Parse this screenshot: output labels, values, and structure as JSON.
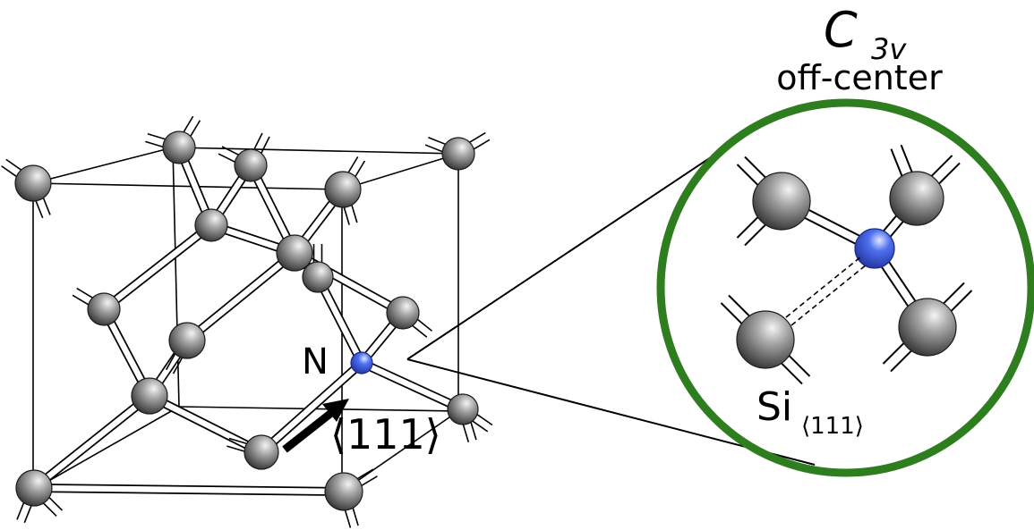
{
  "labels": {
    "symmetry_main": "C",
    "symmetry_sub": "3v",
    "configuration": "off-center",
    "impurity": "N",
    "direction": "⟨111⟩",
    "host_atom": "Si",
    "host_atom_sub": "⟨111⟩"
  },
  "colors": {
    "circle_outline": "#2e7d1e",
    "host_atom": "#808080",
    "impurity_atom": "#3a5ee8",
    "bond_fill": "#ffffff",
    "line": "#000000"
  }
}
